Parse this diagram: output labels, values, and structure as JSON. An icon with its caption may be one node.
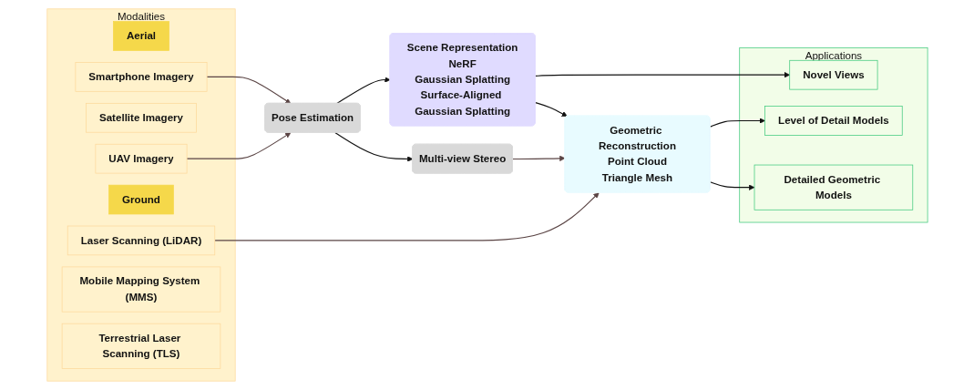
{
  "diagram": {
    "nodes": [
      {
        "text": [
          "Modalities"
        ]
      },
      {
        "text": [
          "Aerial"
        ],
        "in": 0
      },
      {
        "text": [
          "UAV Imagery"
        ],
        "in": 0
      },
      {
        "text": [
          "Satellite Imagery"
        ],
        "in": 0
      },
      {
        "text": [
          "Laser Scanning (LiDAR)"
        ],
        "in": 0
      },
      {
        "text": [
          "Ground"
        ],
        "in": 0
      },
      {
        "text": [
          "Smartphone Imagery"
        ],
        "in": 0
      },
      {
        "text": [
          "Mobile Mapping System (MMS)"
        ],
        "in": 0
      },
      {
        "text": [
          "Terrestrial Laser Scanning (TLS)"
        ],
        "in": 0
      },
      {
        "text": [
          "Pose Estimation"
        ]
      },
      {
        "text": [
          "Multi-view Stereo"
        ]
      },
      {
        "text": [
          "Scene Representation",
          "NeRF",
          "Gaussian Splatting",
          "Surface-Aligned Gaussian Splatting"
        ]
      },
      {
        "text": [
          "Geometric Reconstruction",
          "Point Cloud",
          "Triangle Mesh"
        ]
      },
      {
        "text": [
          "Applications"
        ]
      },
      {
        "text": [
          "Novel Views"
        ],
        "in": 13
      },
      {
        "text": [
          "Level of Detail Models"
        ],
        "in": 13
      },
      {
        "text": [
          "Detailed Geometric Models"
        ],
        "in": 13
      }
    ],
    "edges": [
      {
        "from": 2,
        "to": 9,
        "arrow": "to",
        "color": "#5a4444"
      },
      {
        "from": 4,
        "to": 12,
        "arrow": "to",
        "color": "#5a4444"
      },
      {
        "from": 6,
        "to": 9,
        "arrow": "to",
        "color": "#5a4444"
      },
      {
        "from": 9,
        "to": 11,
        "arrow": "to"
      },
      {
        "from": 9,
        "to": 10,
        "arrow": "to"
      },
      {
        "from": 10,
        "to": 12,
        "arrow": "to",
        "color": "#5a4444"
      },
      {
        "from": 11,
        "to": 12,
        "arrow": "to"
      },
      {
        "from": 11,
        "to": 14,
        "arrow": "to"
      },
      {
        "from": 12,
        "to": 15,
        "arrow": "to"
      },
      {
        "from": 12,
        "to": 16,
        "arrow": "to"
      }
    ]
  }
}
